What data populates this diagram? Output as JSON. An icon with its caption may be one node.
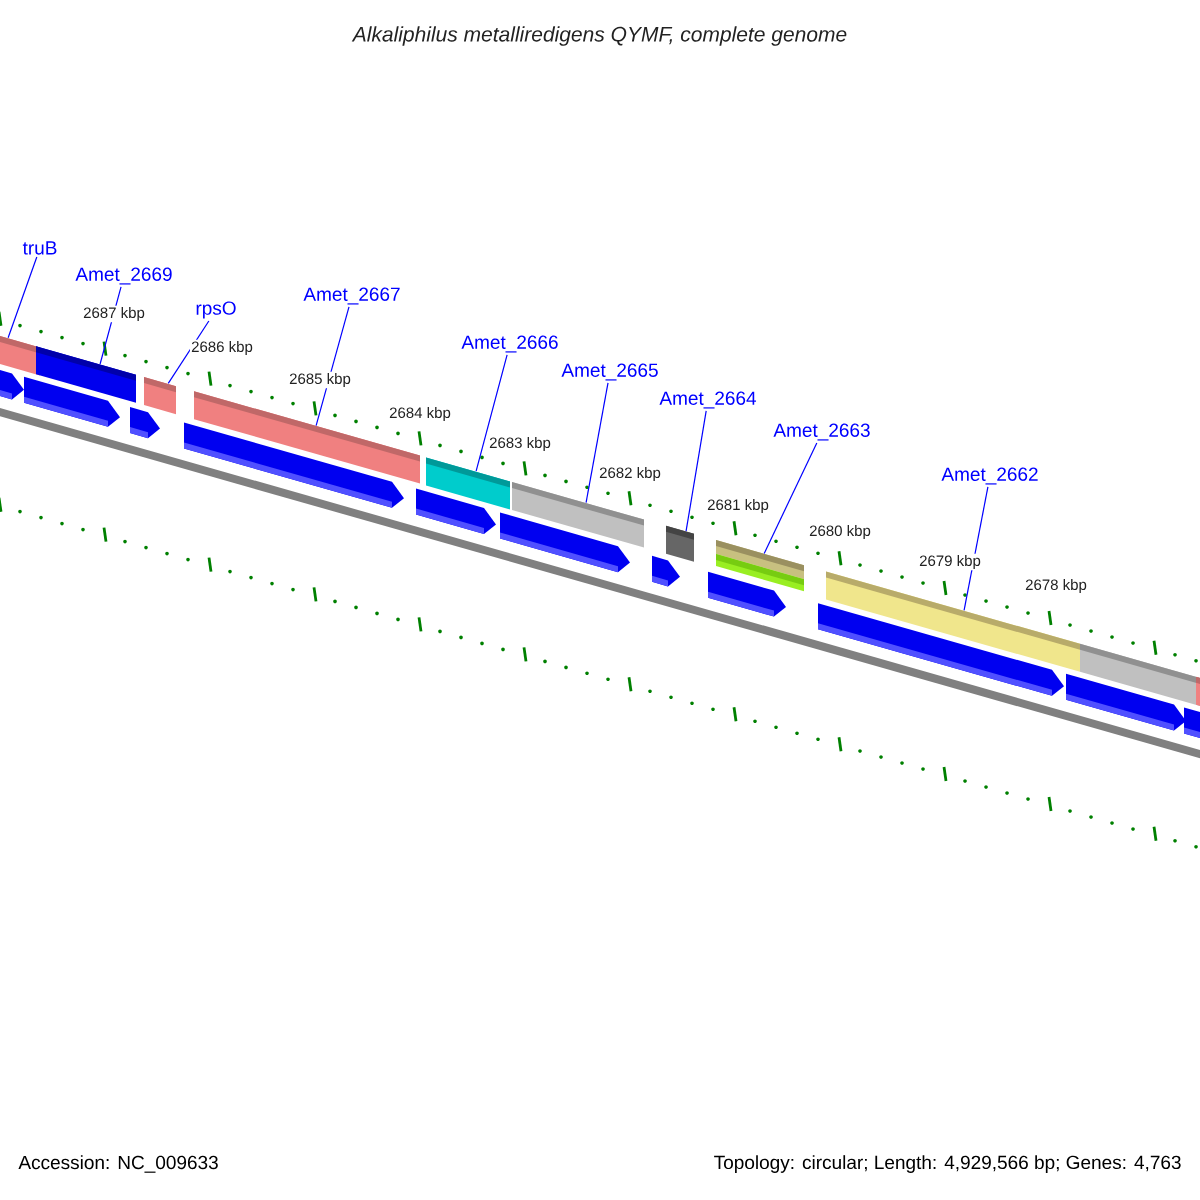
{
  "diagram": {
    "title": "Alkaliphilus metalliredigens QYMF, complete genome",
    "nodes": [
      {
        "text": [
          "truB"
        ]
      },
      {
        "text": [
          "Amet_2669"
        ]
      },
      {
        "text": [
          "rpsO"
        ]
      },
      {
        "text": [
          "Amet_2667"
        ]
      },
      {
        "text": [
          "Amet_2666"
        ]
      },
      {
        "text": [
          "Amet_2665"
        ]
      },
      {
        "text": [
          "Amet_2664"
        ]
      },
      {
        "text": [
          "Amet_2663"
        ]
      },
      {
        "text": [
          "Amet_2662"
        ]
      },
      {
        "text": [],
        "shape": "bar"
      },
      {
        "text": [],
        "shape": "bar"
      },
      {
        "text": [],
        "shape": "bar"
      },
      {
        "text": [],
        "shape": "bar"
      },
      {
        "text": [],
        "shape": "bar"
      },
      {
        "text": [],
        "shape": "bar"
      },
      {
        "text": [],
        "shape": "bar"
      },
      {
        "text": [],
        "shape": "bar"
      },
      {
        "text": [],
        "shape": "bar"
      },
      {
        "text": [],
        "shape": "bar"
      },
      {
        "text": [],
        "shape": "bar"
      },
      {
        "text": [],
        "shape": "bar"
      },
      {
        "text": [],
        "shape": "arrow"
      },
      {
        "text": [],
        "shape": "arrow"
      },
      {
        "text": [],
        "shape": "arrow"
      },
      {
        "text": [],
        "shape": "arrow"
      },
      {
        "text": [],
        "shape": "arrow"
      },
      {
        "text": [],
        "shape": "arrow"
      },
      {
        "text": [],
        "shape": "arrow"
      },
      {
        "text": [],
        "shape": "arrow"
      },
      {
        "text": [],
        "shape": "arrow"
      },
      {
        "text": [],
        "shape": "arrow"
      },
      {
        "text": [],
        "shape": "arrow"
      }
    ],
    "edges": [
      {
        "from": 0,
        "to": 9,
        "arrow": "none"
      },
      {
        "from": 1,
        "to": 10,
        "arrow": "none"
      },
      {
        "from": 2,
        "to": 11,
        "arrow": "none"
      },
      {
        "from": 3,
        "to": 12,
        "arrow": "none"
      },
      {
        "from": 4,
        "to": 13,
        "arrow": "none"
      },
      {
        "from": 5,
        "to": 14,
        "arrow": "none"
      },
      {
        "from": 6,
        "to": 15,
        "arrow": "none"
      },
      {
        "from": 7,
        "to": 16,
        "arrow": "none"
      },
      {
        "from": 8,
        "to": 18,
        "arrow": "none"
      }
    ],
    "labels": [
      "2687 kbp",
      "2686 kbp",
      "2685 kbp",
      "2684 kbp",
      "2683 kbp",
      "2682 kbp",
      "2681 kbp",
      "2680 kbp",
      "2679 kbp",
      "2678 kbp",
      "Accession: NC_009633",
      "Topology: circular; Length: 4,929,566 bp; Genes: 4,763"
    ]
  }
}
